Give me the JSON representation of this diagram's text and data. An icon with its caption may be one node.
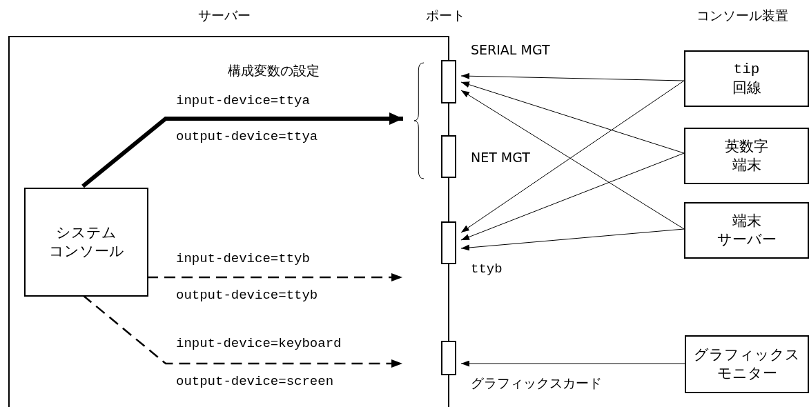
{
  "diagram": {
    "nodes": [
      {
        "text": [
          "サーバー"
        ]
      },
      {
        "text": [],
        "shape": "brace",
        "in": 0
      },
      {
        "text": [
          "システムコンソール"
        ],
        "in": 0
      },
      {
        "text": [],
        "shape": "box",
        "beside": [
          "SERIAL MGT"
        ]
      },
      {
        "text": [],
        "shape": "box",
        "beside": [
          "NET MGT"
        ]
      },
      {
        "text": [],
        "shape": "box",
        "beside": [
          "ttyb"
        ]
      },
      {
        "text": [],
        "shape": "box",
        "beside": [
          "グラフィックスカード"
        ]
      },
      {
        "text": [
          "tip",
          "回線"
        ]
      },
      {
        "text": [
          "英数字端末"
        ]
      },
      {
        "text": [
          "端末サーバー"
        ]
      },
      {
        "text": [
          "グラフィックスモニター"
        ]
      }
    ],
    "edges": [
      {
        "from": 2,
        "to": 1,
        "arrow": "to",
        "style": "thick",
        "label": "input-device=ttya"
      },
      {
        "from": 2,
        "to": 5,
        "arrow": "to",
        "style": "dashed",
        "label": "input-device=ttyb"
      },
      {
        "from": 2,
        "to": 6,
        "arrow": "to",
        "style": "dashed",
        "label": "input-device=keyboard"
      },
      {
        "from": 7,
        "to": 3,
        "arrow": "to"
      },
      {
        "from": 7,
        "to": 5,
        "arrow": "to"
      },
      {
        "from": 8,
        "to": 3,
        "arrow": "to"
      },
      {
        "from": 8,
        "to": 5,
        "arrow": "to"
      },
      {
        "from": 9,
        "to": 3,
        "arrow": "to"
      },
      {
        "from": 9,
        "to": 5,
        "arrow": "to"
      },
      {
        "from": 10,
        "to": 6,
        "arrow": "to"
      }
    ],
    "labels": [
      "ポート",
      "コンソール装置",
      "構成変数の設定",
      "output-device=ttya",
      "output-device=ttyb",
      "output-device=screen"
    ]
  }
}
